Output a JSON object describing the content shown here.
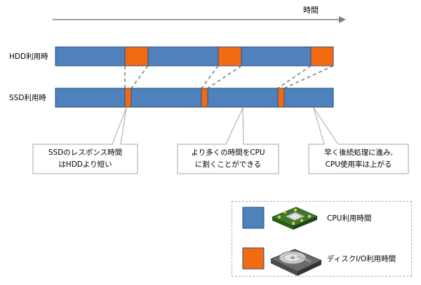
{
  "axis": {
    "label": "時間"
  },
  "rows": {
    "hdd": {
      "label": "HDD利用時"
    },
    "ssd": {
      "label": "SSD利用時"
    }
  },
  "callouts": [
    {
      "line1": "SSDのレスポンス時間",
      "line2": "はHDDより短い"
    },
    {
      "line1": "より多くの時間をCPU",
      "line2": "に割くことができる"
    },
    {
      "line1": "早く後続処理に進み,",
      "line2": "CPU使用率は上がる"
    }
  ],
  "legend": [
    {
      "label": "CPU利用時間",
      "color": "#4f81bd",
      "icon": "cpu-chip-icon"
    },
    {
      "label": "ディスクI/O利用時間",
      "color": "#f26b12",
      "icon": "hard-disk-icon"
    }
  ],
  "colors": {
    "cpu": "#4f81bd",
    "io": "#f26b12",
    "border": "#2d4f7c",
    "arrow": "#7f7f7f",
    "connector": "#7f7f7f"
  }
}
